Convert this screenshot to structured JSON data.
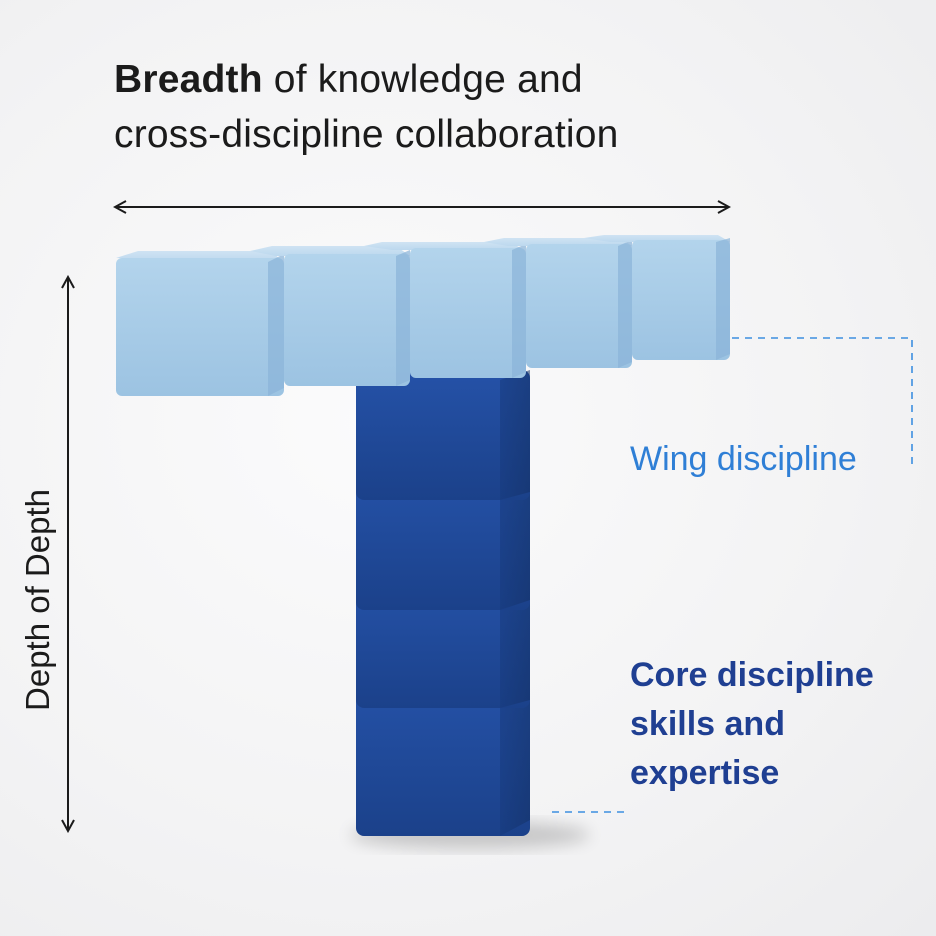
{
  "title": {
    "bold": "Breadth",
    "line1_rest": " of knowledge and",
    "line2": "cross-discipline collaboration"
  },
  "depth_label": "Depth of Depth",
  "wing_label": "Wing discipline",
  "core_label": {
    "line1": "Core discipline",
    "line2": "skills and",
    "line3": "expertise"
  },
  "colors": {
    "wing_block": "#a9cde8",
    "core_block": "#1f4a9a",
    "wing_text": "#2f7fd6",
    "core_text": "#1f3f92",
    "dashed_leader": "#3d8fe0"
  },
  "counts": {
    "horizontal_blocks": 5,
    "vertical_blocks": 4
  }
}
